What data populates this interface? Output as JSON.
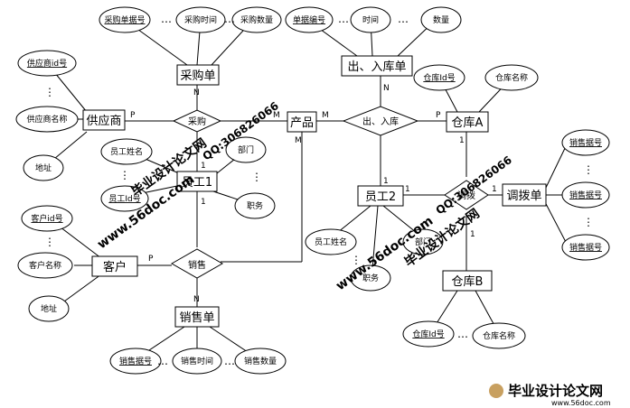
{
  "entities": {
    "caigoudan": "采购单",
    "churukudan": "出、入库单",
    "gongyingshang": "供应商",
    "chanpin": "产品",
    "cangkuA": "仓库A",
    "yuangong1": "员工1",
    "yuangong2": "员工2",
    "diaobodan": "调拨单",
    "kehu": "客户",
    "xiaoshoudan": "销售单",
    "cangkuB": "仓库B"
  },
  "relationships": {
    "caigou": "采购",
    "churuku": "出、入库",
    "xiaoshou": "销售",
    "diaobo": "调拨"
  },
  "attributes": {
    "caigoudan": {
      "id": "采购单据号",
      "time": "采购时间",
      "qty": "采购数量"
    },
    "churukudan": {
      "id": "单据编号",
      "time": "时间",
      "qty": "数量"
    },
    "gongyingshang": {
      "id": "供应商id号",
      "name": "供应商名称",
      "addr": "地址"
    },
    "cangkuA": {
      "id": "仓库Id号",
      "name": "仓库名称"
    },
    "yuangong1": {
      "name": "员工姓名",
      "id": "员工Id号",
      "dept": "部门",
      "duty": "职务"
    },
    "diaobodan": {
      "id1": "销售据号",
      "id2": "销售据号",
      "id3": "销售据号"
    },
    "kehu": {
      "id": "客户id号",
      "name": "客户名称",
      "addr": "地址"
    },
    "yuangong2": {
      "name": "员工姓名",
      "dept": "部门",
      "duty": "职务"
    },
    "xiaoshoudan": {
      "id": "销售据号",
      "time": "销售时间",
      "qty": "销售数量"
    },
    "cangkuB": {
      "id": "仓库Id号",
      "name": "仓库名称"
    }
  },
  "cardinalities": {
    "caigou_supplier": "P",
    "caigou_product": "M",
    "caigou_bill": "N",
    "caigou_emp": "1",
    "churuku_product": "M",
    "churuku_warehouse": "P",
    "churuku_bill": "N",
    "churuku_emp": "1",
    "xiaoshou_customer": "P",
    "xiaoshou_product": "M",
    "xiaoshou_bill": "N",
    "xiaoshou_emp": "1",
    "diaobo_emp": "1",
    "diaobo_bill": "1",
    "diaobo_whA": "1",
    "diaobo_whB": "1"
  },
  "ellipsis": "⋮",
  "hdots": "…",
  "watermarks": {
    "site": "www.56doc.com",
    "brand": "毕业设计论文网",
    "qq": "QQ:306826066",
    "footer_brand": "毕业设计论文网",
    "footer_url": "www.56doc.com"
  }
}
